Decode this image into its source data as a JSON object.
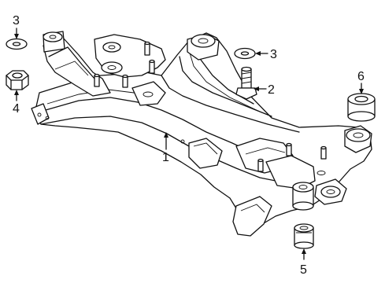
{
  "callouts": {
    "c1": "1",
    "c2": "2",
    "c3_left": "3",
    "c3_right": "3",
    "c4": "4",
    "c5": "5",
    "c6": "6"
  },
  "colors": {
    "line": "#111111",
    "background": "#ffffff"
  }
}
